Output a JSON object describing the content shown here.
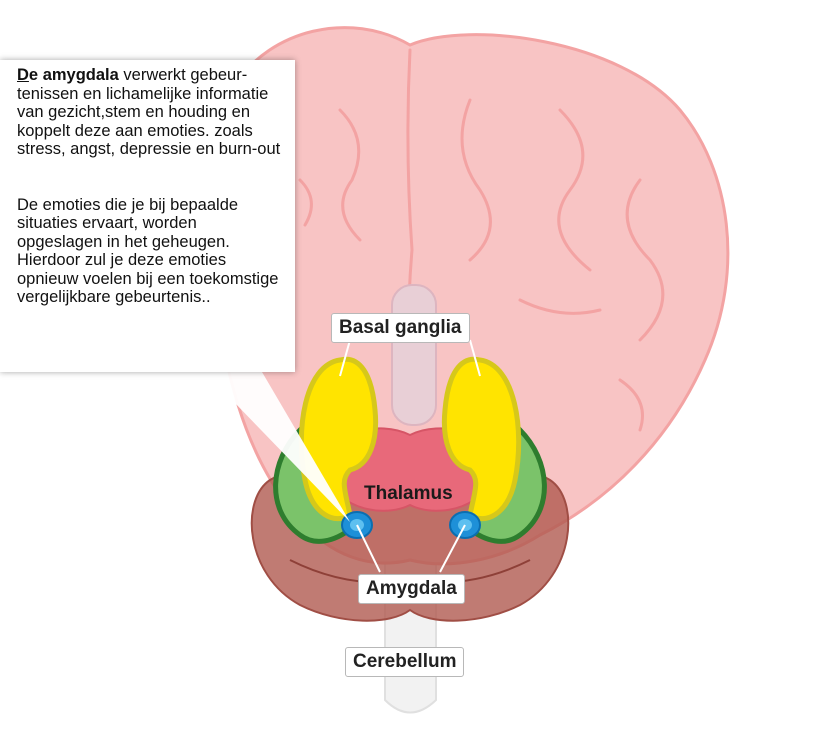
{
  "callout": {
    "lead_first": "D",
    "lead_rest": "e",
    "bold_term": "amygdala",
    "text_line1": " verwerkt gebeur-",
    "text_rest": "tenissen en lichamelijke informatie van gezicht,stem en houding en koppelt deze aan emoties. zoals stress, angst, depressie en  burn-out",
    "paragraph2": "De emoties die je bij bepaalde situaties ervaart, worden opgeslagen in het geheugen. Hierdoor zul je deze emoties opnieuw voelen bij een toekomstige vergelijkbare gebeurtenis.."
  },
  "labels": {
    "basal_ganglia": "Basal ganglia",
    "thalamus": "Thalamus",
    "amygdala": "Amygdala",
    "cerebellum": "Cerebellum"
  },
  "colors": {
    "brain": "#f8c4c4",
    "brain_outline": "#f3a3a3",
    "basal_ganglia": "#ffe400",
    "thalamus": "#e8697a",
    "amygdala": "#1e90d8",
    "hippocampus": "#7bc36a",
    "cerebellum": "#b05a50"
  }
}
